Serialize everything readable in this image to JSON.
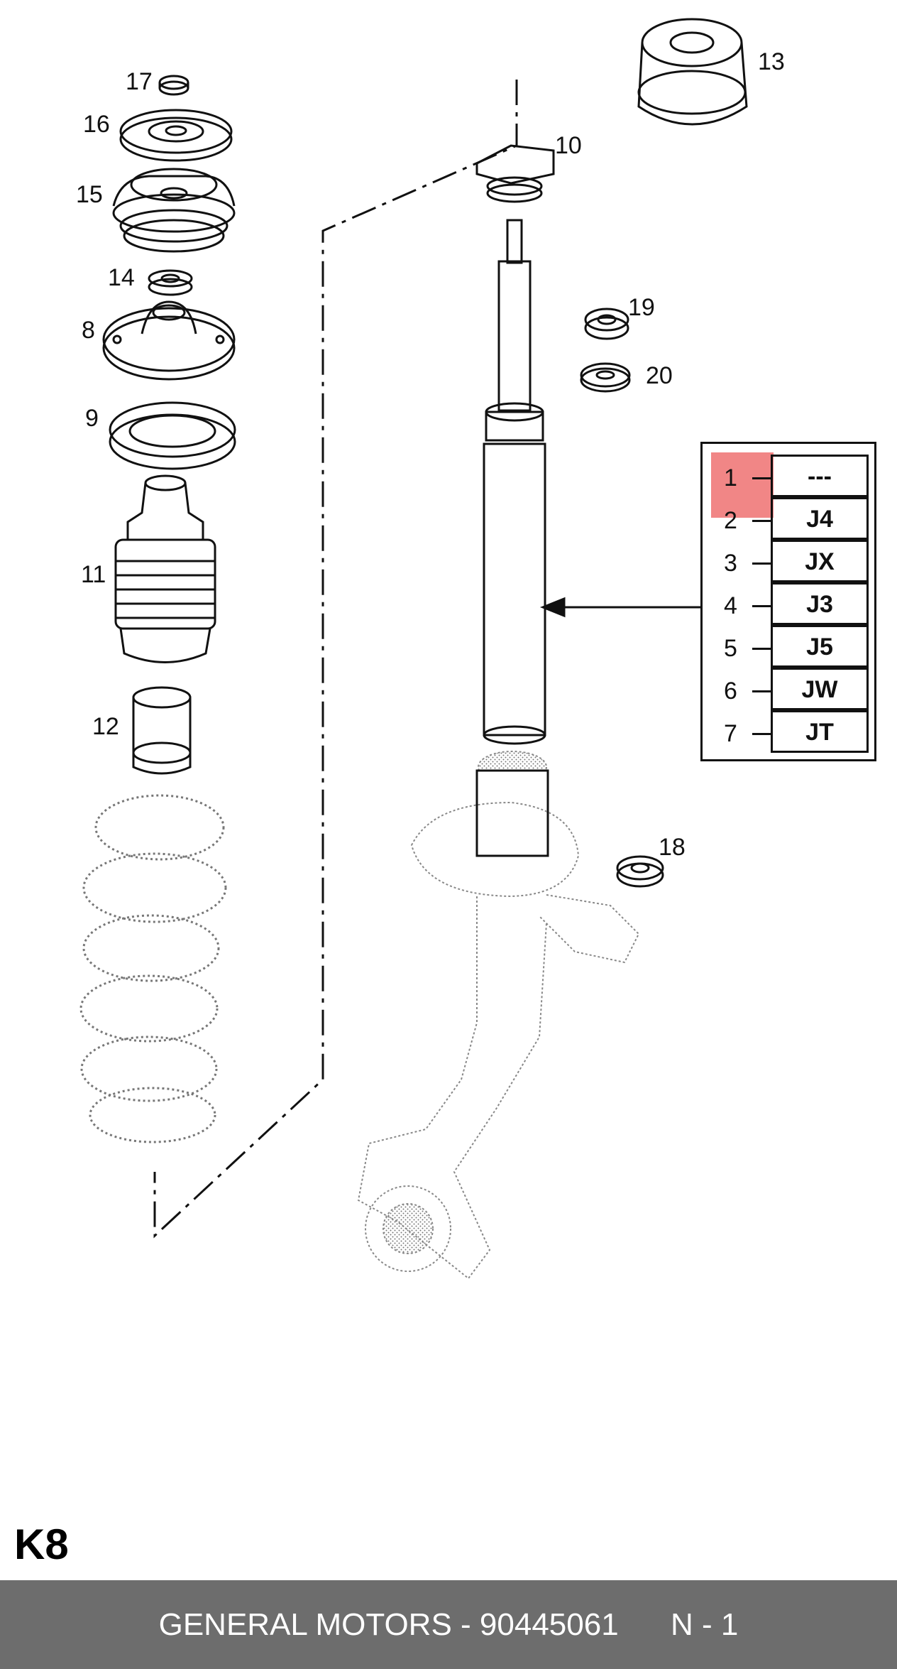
{
  "callouts": [
    "17",
    "16",
    "15",
    "14",
    "8",
    "9",
    "11",
    "12",
    "10",
    "13",
    "19",
    "20",
    "18"
  ],
  "variant_table": {
    "rows": [
      {
        "num": "1",
        "code": "---",
        "highlighted": true
      },
      {
        "num": "2",
        "code": "J4"
      },
      {
        "num": "3",
        "code": "JX"
      },
      {
        "num": "4",
        "code": "J3"
      },
      {
        "num": "5",
        "code": "J5"
      },
      {
        "num": "6",
        "code": "JW"
      },
      {
        "num": "7",
        "code": "JT"
      }
    ]
  },
  "figure_code": "K8",
  "footer": {
    "brand": "GENERAL MOTORS",
    "separator": " - ",
    "part_number": "90445061",
    "suffix": "N - 1"
  },
  "colors": {
    "line": "#111111",
    "highlight": "#ee6b6b",
    "footer_bg": "#6d6d6d",
    "footer_text": "#ffffff"
  }
}
